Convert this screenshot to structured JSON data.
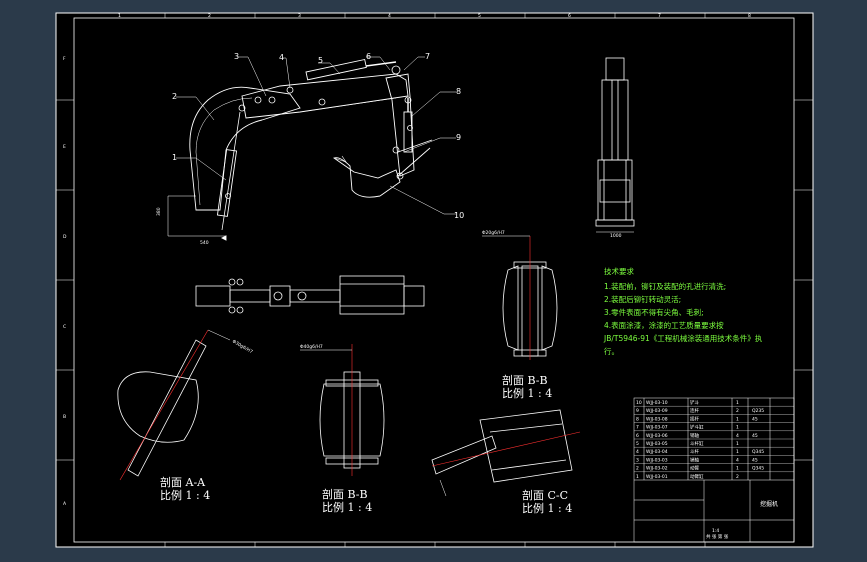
{
  "colors": {
    "window": "#2b3a4a",
    "paper": "#000000",
    "line": "#ffffff",
    "center_line": "#ff3030",
    "note_text": "#7dff3f",
    "accent_yellow": "#ffff40"
  },
  "part_labels": [
    "1",
    "2",
    "3",
    "4",
    "5",
    "6",
    "7",
    "8",
    "9",
    "10"
  ],
  "dims": {
    "top_view_width": "1000",
    "boom_foot": "540",
    "boom_height": "380",
    "section_mark": "B",
    "fit_a": "Φ20g6/H7",
    "fit_b": "Φ30g6/H7",
    "fit_c": "Φ40g6/H7"
  },
  "sections": {
    "aa_title": "剖面 A-A",
    "aa_scale": "比例 1 : 4",
    "bb_title": "剖面 B-B",
    "bb_scale": "比例 1 : 4",
    "bb2_title": "剖面 B-B",
    "bb2_scale": "比例 1 : 4",
    "cc_title": "剖面 C-C",
    "cc_scale": "比例 1 : 4"
  },
  "notes": {
    "title": "技术要求",
    "lines": [
      "1.装配前，铆钉及装配的孔进行清洗;",
      "2.装配后铆钉转动灵活;",
      "3.零件表面不得有尖角、毛刺;",
      "4.表面涂漆，涂漆的工艺质量要求按",
      "JB/T5946-91《工程机械涂装通用技术条件》执",
      "行。"
    ]
  },
  "border": {
    "top_numbers": [
      "1",
      "2",
      "3",
      "4",
      "5",
      "6",
      "7",
      "8"
    ],
    "side_letters": [
      "F",
      "E",
      "D",
      "C",
      "B",
      "A"
    ]
  },
  "title_block": {
    "drawing_name": "挖掘机",
    "scale": "1:4",
    "sheet": "共 张 第 张",
    "bom_rows": [
      [
        "10",
        "WJJ-03-10",
        "铲斗",
        "1",
        ""
      ],
      [
        "9",
        "WJJ-03-09",
        "连杆",
        "2",
        "Q235"
      ],
      [
        "8",
        "WJJ-03-08",
        "摇杆",
        "1",
        "45"
      ],
      [
        "7",
        "WJJ-03-07",
        "铲斗缸",
        "1",
        ""
      ],
      [
        "6",
        "WJJ-03-06",
        "销轴",
        "4",
        "45"
      ],
      [
        "5",
        "WJJ-03-05",
        "斗杆缸",
        "1",
        ""
      ],
      [
        "4",
        "WJJ-03-04",
        "斗杆",
        "1",
        "Q345"
      ],
      [
        "3",
        "WJJ-03-03",
        "销轴",
        "4",
        "45"
      ],
      [
        "2",
        "WJJ-03-02",
        "动臂",
        "1",
        "Q345"
      ],
      [
        "1",
        "WJJ-03-01",
        "动臂缸",
        "2",
        ""
      ]
    ]
  }
}
